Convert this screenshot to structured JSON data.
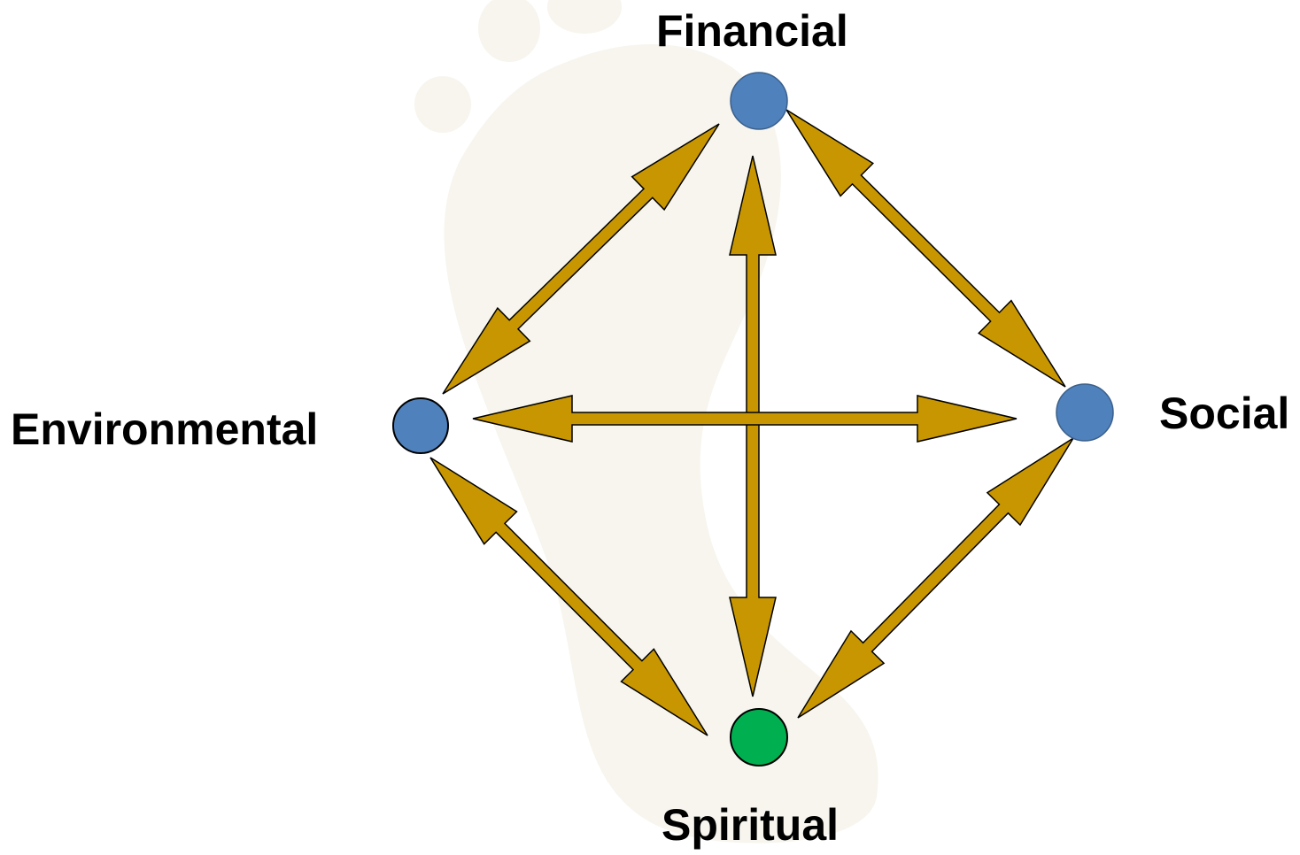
{
  "nodes": {
    "financial": {
      "label": "Financial",
      "color": "#4f81bd"
    },
    "environmental": {
      "label": "Environmental",
      "color": "#4f81bd"
    },
    "social": {
      "label": "Social",
      "color": "#4f81bd"
    },
    "spiritual": {
      "label": "Spiritual",
      "color": "#00b050"
    }
  },
  "arrows": {
    "color": "#c89600",
    "connections": [
      {
        "from": "financial",
        "to": "environmental"
      },
      {
        "from": "financial",
        "to": "social"
      },
      {
        "from": "financial",
        "to": "spiritual"
      },
      {
        "from": "environmental",
        "to": "social"
      },
      {
        "from": "environmental",
        "to": "spiritual"
      },
      {
        "from": "social",
        "to": "spiritual"
      }
    ]
  },
  "background": {
    "watermark_color": "#f7f5ee"
  }
}
